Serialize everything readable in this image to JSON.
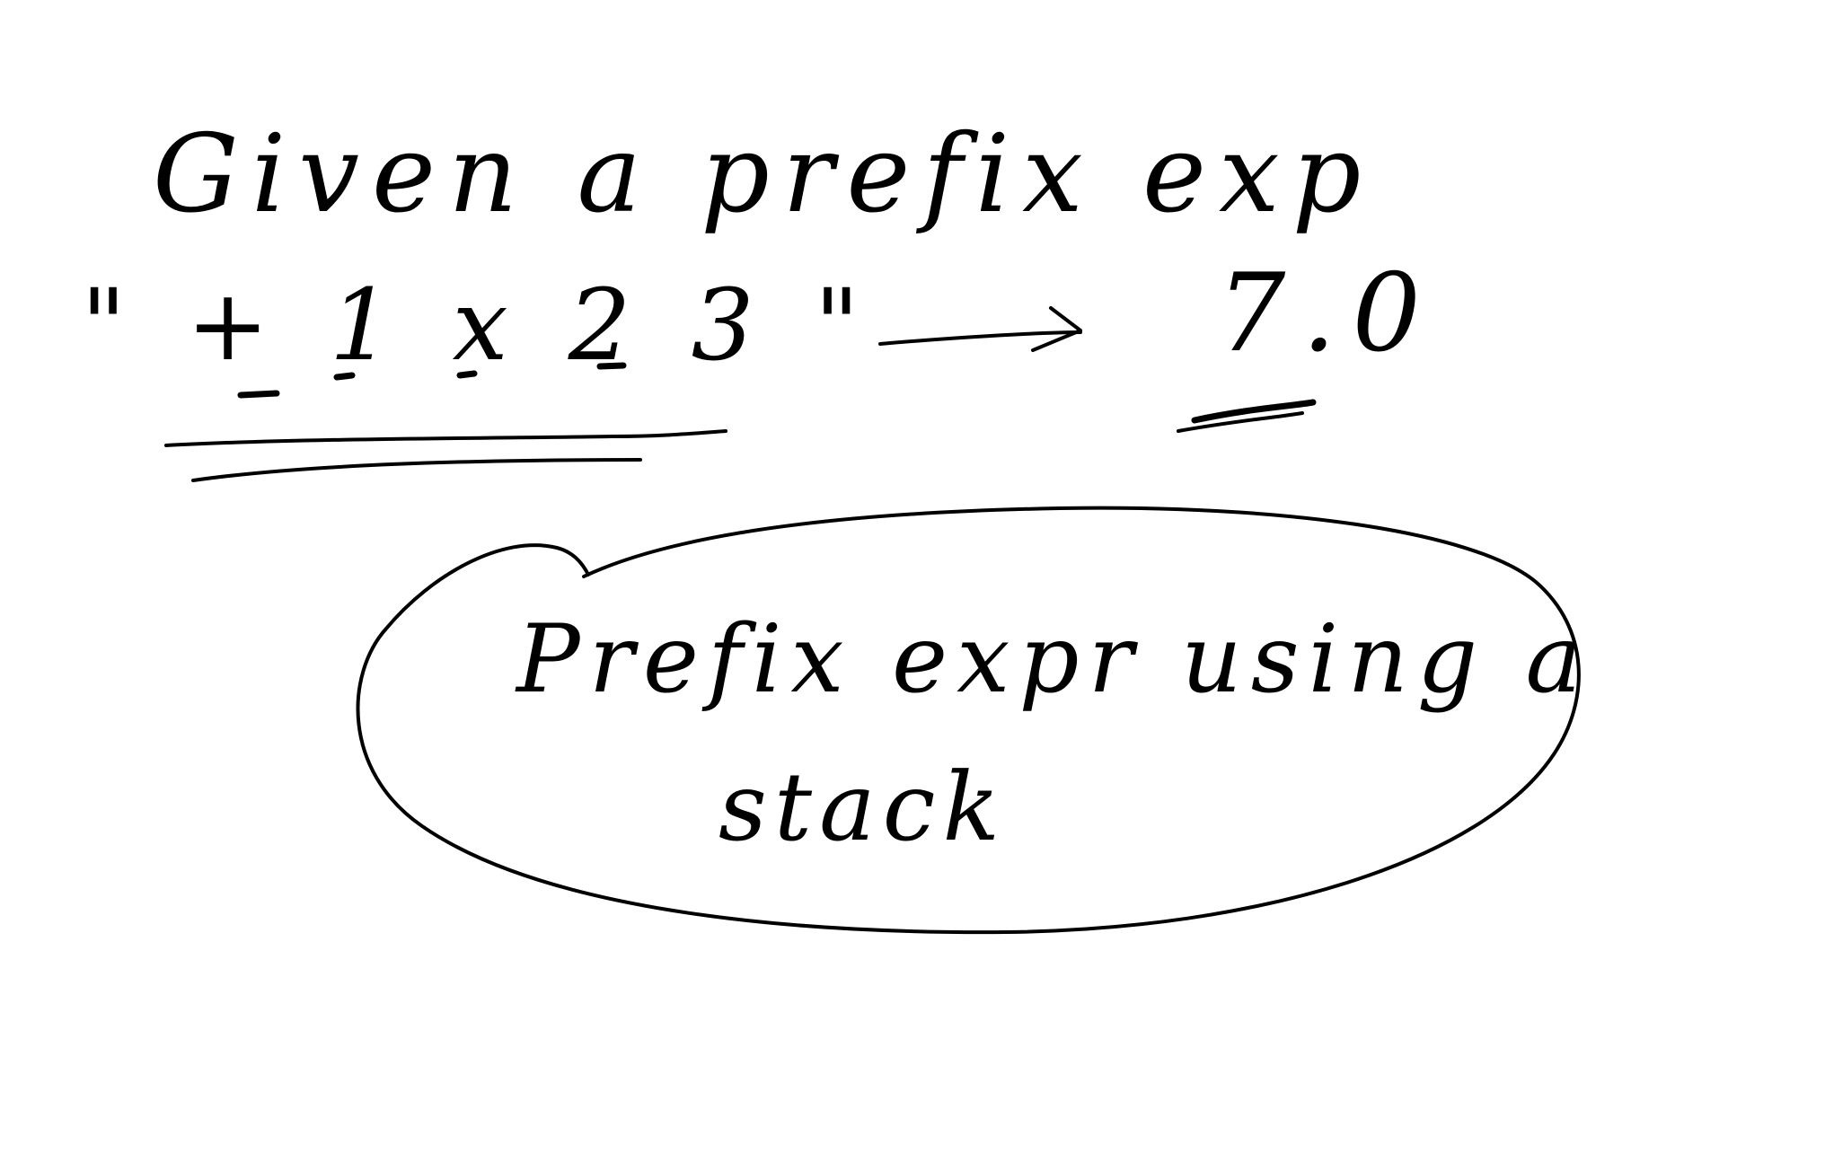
{
  "note": {
    "line1": "Given a prefix exp",
    "expression": "\" + 1 x 2 3 \"",
    "arrow": "→",
    "result": "7.0",
    "bubble_line1": "Prefix expr using a",
    "bubble_line2": "stack"
  },
  "colors": {
    "ink": "#000000",
    "paper": "#ffffff"
  }
}
